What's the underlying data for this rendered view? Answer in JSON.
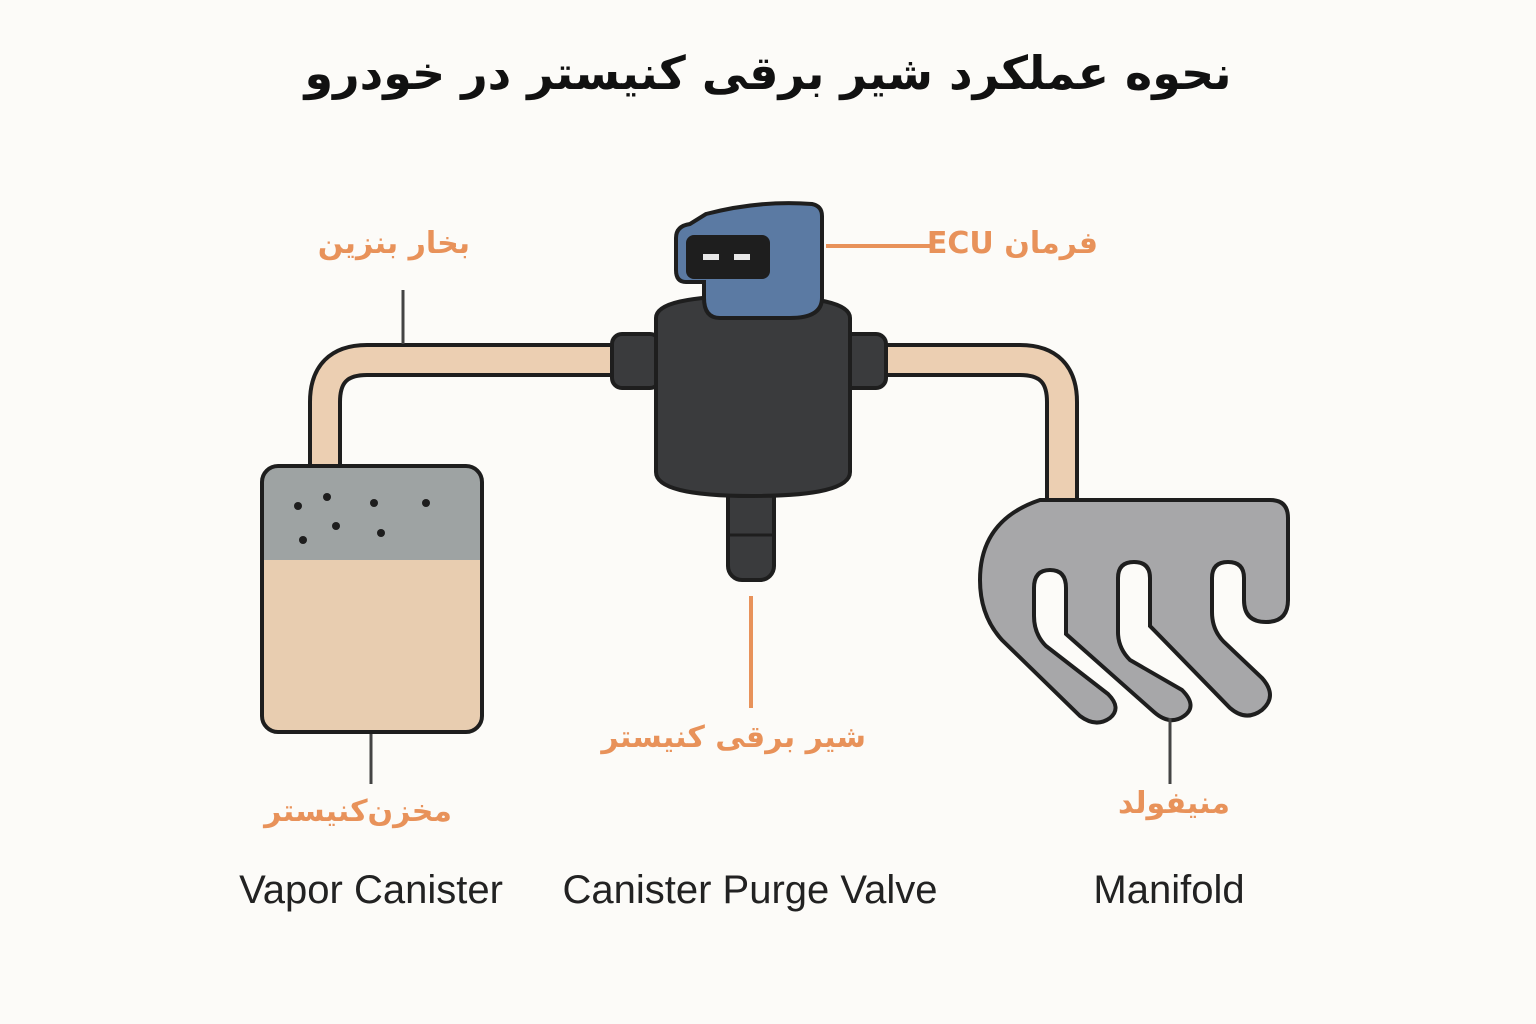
{
  "title": "نحوه عملکرد شیر برقی کنیستر در خودرو",
  "labels": {
    "fuel_vapor": "بخار بنزین",
    "ecu_command": "فرمان ECU",
    "purge_valve_fa": "شیر برقی کنیستر",
    "canister_fa": "مخزن‌کنیستر",
    "manifold_fa": "منیفولد"
  },
  "components": {
    "canister_en": "Vapor Canister",
    "valve_en": "Canister Purge Valve",
    "manifold_en": "Manifold"
  },
  "colors": {
    "pipe": "#eccfb2",
    "outline": "#1e1e1e",
    "canister_fill": "#e8cdb0",
    "canister_top": "#9ea3a3",
    "valve_body": "#3a3b3d",
    "connector": "#5b7aa3",
    "manifold": "#a7a7a9",
    "annotation": "#e8925a",
    "leader": "#444444"
  }
}
